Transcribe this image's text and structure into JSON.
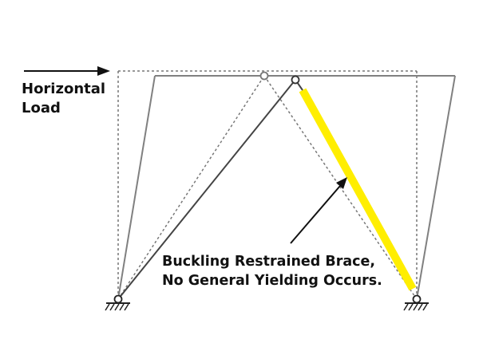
{
  "load_label": {
    "line1": "Horizontal",
    "line2": "Load"
  },
  "annotation": {
    "line1": "Buckling Restrained Brace,",
    "line2": "No General Yielding Occurs."
  },
  "colors": {
    "frame_deformed": "#808080",
    "frame_original_dotted": "#777777",
    "brace_solid": "#444444",
    "brace_highlight": "#ffee00",
    "text": "#111111"
  }
}
